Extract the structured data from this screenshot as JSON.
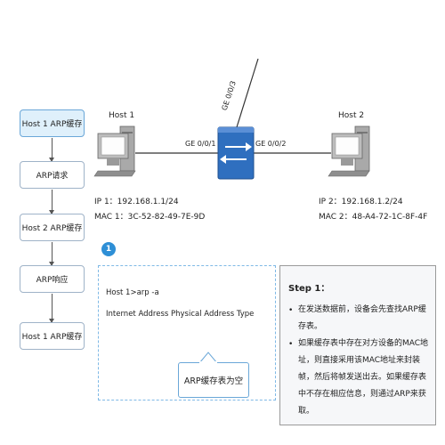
{
  "flow": {
    "steps": [
      "Host 1 ARP缓存",
      "ARP请求",
      "Host 2 ARP缓存",
      "ARP响应",
      "Host 1 ARP缓存"
    ],
    "active_step": 0
  },
  "hosts": {
    "host1": {
      "name": "Host 1",
      "ip_line": "IP 1：192.168.1.1/24",
      "mac_line": "MAC 1：3C-52-82-49-7E-9D"
    },
    "host2": {
      "name": "Host 2",
      "ip_line": "IP 2：192.168.1.2/24",
      "mac_line": "MAC 2：48-A4-72-1C-8F-4F"
    }
  },
  "switch": {
    "port_left": "GE 0/0/1",
    "port_right": "GE 0/0/2",
    "port_up": "GE 0/0/3"
  },
  "command_panel": {
    "badge": "1",
    "command": "Host 1>arp -a",
    "header": "Internet Address   Physical Address   Type",
    "callout": "ARP缓存表为空"
  },
  "step_panel": {
    "title": "Step 1：",
    "bullets": [
      "在发送数据前，设备会先查找ARP缓存表。",
      "如果缓存表中存在对方设备的MAC地址，则直接采用该MAC地址来封装帧，然后将帧发送出去。如果缓存表中不存在相应信息，则通过ARP来获取。"
    ]
  },
  "colors": {
    "switch_fill": "#2f6fbf",
    "accent_blue": "#2e8fd6",
    "flow_active_bg": "#dff0fb"
  }
}
